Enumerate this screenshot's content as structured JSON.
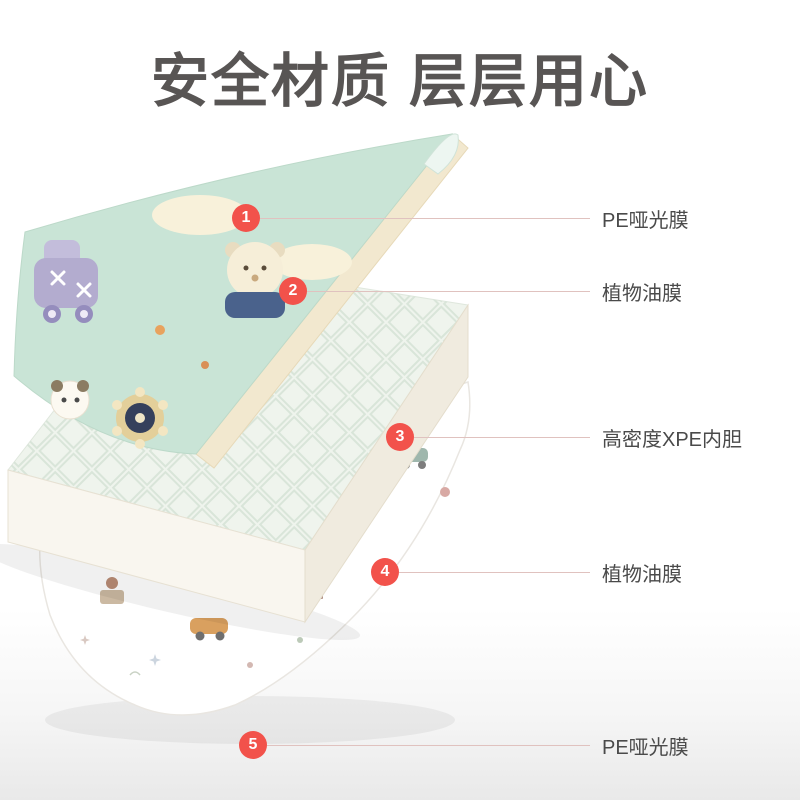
{
  "title": "安全材质 层层用心",
  "colors": {
    "accent": "#f2524b",
    "connector_line": "#e0c2bf",
    "label_text": "#4a4a4a",
    "mat_green": "#c9e4d6",
    "film_cream": "#f2e8cf",
    "foam_white": "#f9f6ef"
  },
  "callouts": [
    {
      "num": "1",
      "label": "PE哑光膜"
    },
    {
      "num": "2",
      "label": "植物油膜"
    },
    {
      "num": "3",
      "label": "高密度XPE内胆"
    },
    {
      "num": "4",
      "label": "植物油膜"
    },
    {
      "num": "5",
      "label": "PE哑光膜"
    }
  ]
}
